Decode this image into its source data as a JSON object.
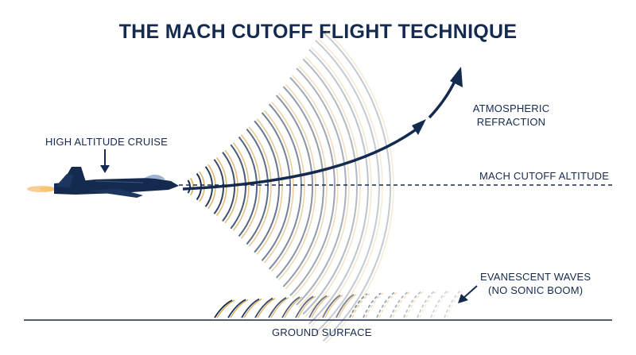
{
  "title": "THE MACH CUTOFF FLIGHT TECHNIQUE",
  "labels": {
    "high_altitude_cruise": "HIGH ALTITUDE CRUISE",
    "atmospheric_refraction_line1": "ATMOSPHERIC",
    "atmospheric_refraction_line2": "REFRACTION",
    "mach_cutoff_altitude": "MACH CUTOFF ALTITUDE",
    "evanescent_waves_line1": "EVANESCENT WAVES",
    "evanescent_waves_line2": "(NO SONIC BOOM)",
    "ground_surface": "GROUND SURFACE"
  },
  "colors": {
    "navy": "#152a4f",
    "gold": "#d9a64b",
    "engine_glow": "#f4a640",
    "background": "#ffffff"
  }
}
